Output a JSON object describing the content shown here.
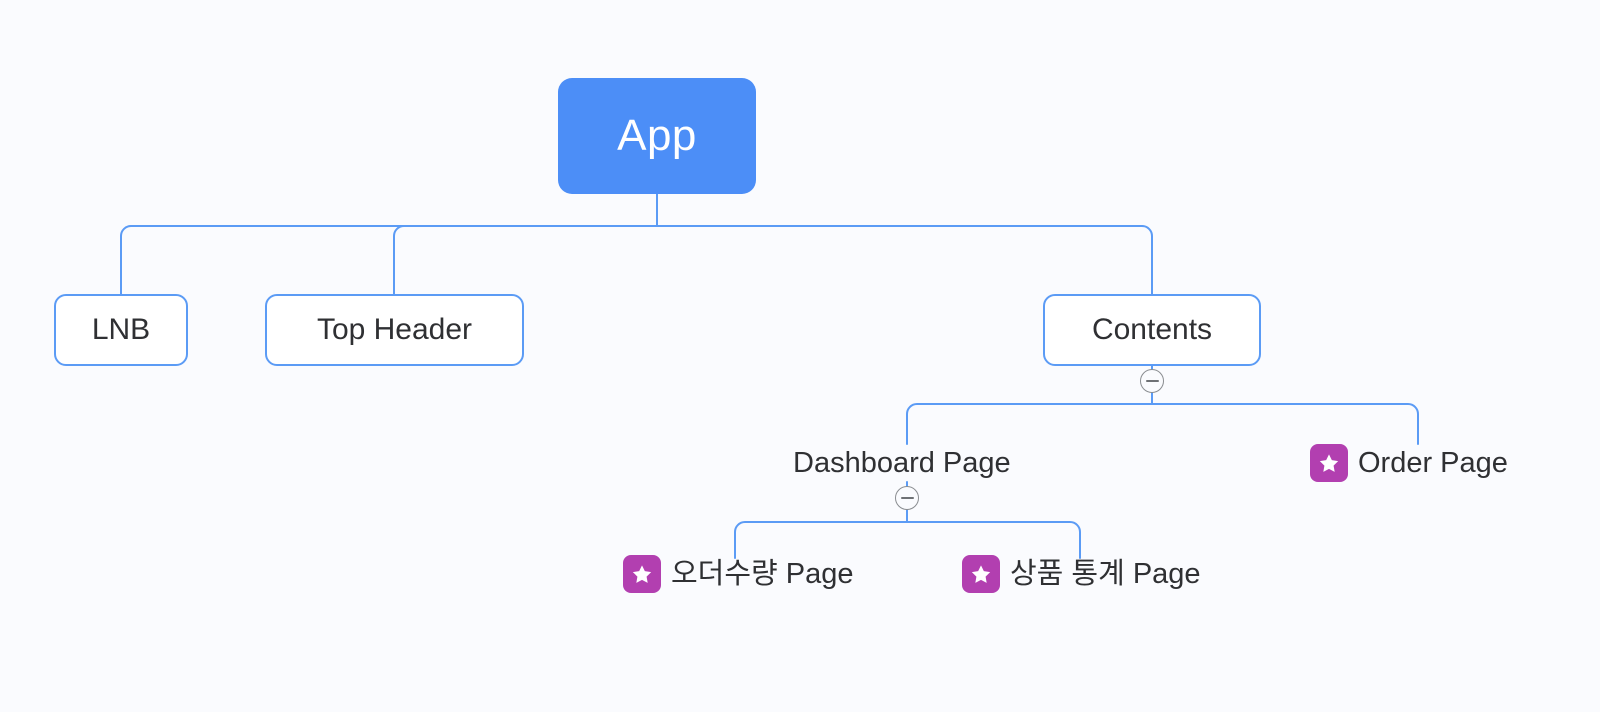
{
  "diagram": {
    "type": "mindmap-tree",
    "background_color": "#fafbfe",
    "accent_color": "#4c8ef7",
    "edge_color": "#5b9bf5",
    "badge_color": "#b23fb0",
    "text_color": "#2f3033",
    "root": {
      "label": "App",
      "style": "filled-blue-rounded"
    },
    "level1": [
      {
        "label": "LNB",
        "style": "outlined-box"
      },
      {
        "label": "Top Header",
        "style": "outlined-box"
      },
      {
        "label": "Contents",
        "style": "outlined-box",
        "collapsible": true
      }
    ],
    "level2": [
      {
        "label": "Dashboard Page",
        "style": "plain-text",
        "collapsible": true,
        "icon": null
      },
      {
        "label": "Order Page",
        "style": "plain-text",
        "collapsible": false,
        "icon": "star-badge-icon"
      }
    ],
    "level3": [
      {
        "label": "오더수량 Page",
        "style": "plain-text",
        "icon": "star-badge-icon"
      },
      {
        "label": "상품 통계 Page",
        "style": "plain-text",
        "icon": "star-badge-icon"
      }
    ],
    "toggles": [
      {
        "name": "collapse-toggle-contents",
        "state": "expanded",
        "glyph": "minus"
      },
      {
        "name": "collapse-toggle-dashboard-page",
        "state": "expanded",
        "glyph": "minus"
      }
    ]
  }
}
